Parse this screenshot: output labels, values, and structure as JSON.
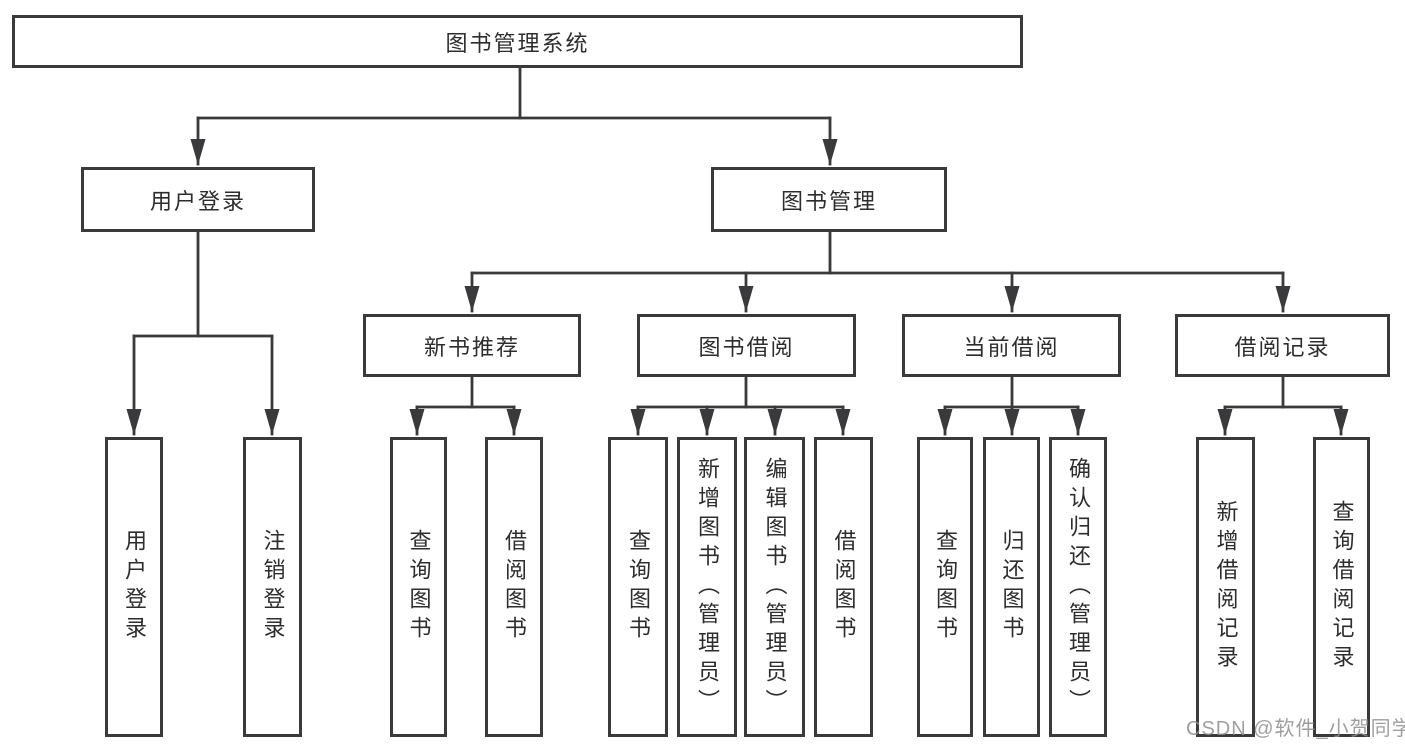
{
  "colors": {
    "line": "#3A3A3C",
    "box_border": "#3A3A3C",
    "box_fill": "#FFFFFF",
    "text": "#2D2D2D",
    "watermark": "#8F8F8F"
  },
  "diagram": {
    "root": {
      "label": "图书管理系统",
      "children": [
        {
          "label": "用户登录",
          "children": [
            {
              "label": "用户登录"
            },
            {
              "label": "注销登录"
            }
          ]
        },
        {
          "label": "图书管理",
          "children": [
            {
              "label": "新书推荐",
              "children": [
                {
                  "label": "查询图书"
                },
                {
                  "label": "借阅图书"
                }
              ]
            },
            {
              "label": "图书借阅",
              "children": [
                {
                  "label": "查询图书"
                },
                {
                  "label": "新增图书（管理员）"
                },
                {
                  "label": "编辑图书（管理员）"
                },
                {
                  "label": "借阅图书"
                }
              ]
            },
            {
              "label": "当前借阅",
              "children": [
                {
                  "label": "查询图书"
                },
                {
                  "label": "归还图书"
                },
                {
                  "label": "确认归还（管理员）"
                }
              ]
            },
            {
              "label": "借阅记录",
              "children": [
                {
                  "label": "新增借阅记录"
                },
                {
                  "label": "查询借阅记录"
                }
              ]
            }
          ]
        }
      ]
    }
  },
  "watermark": {
    "text": "CSDN @软件_小贺同学"
  }
}
